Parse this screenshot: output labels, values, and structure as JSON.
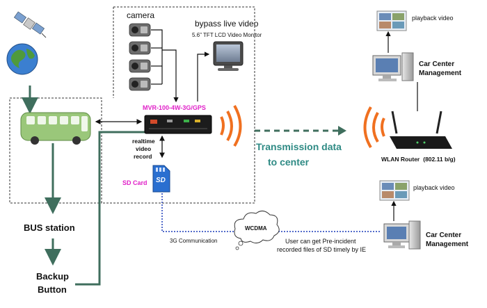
{
  "labels": {
    "camera": "camera",
    "bypass_title": "bypass live video",
    "monitor_sub": "5.6\" TFT LCD Video Monitor",
    "dvr_model": "MVR-100-4W-3G/GPS",
    "realtime_1": "realtime",
    "realtime_2": "video",
    "realtime_3": "record",
    "sd_card": "SD Card",
    "sd_logo": "SD",
    "transmission_1": "Transmission data",
    "transmission_2": "to center",
    "wlan_router": "WLAN Router",
    "wlan_spec": "(802.11 b/g)",
    "car_center_1": "Car Center",
    "car_center_2": "Management",
    "playback_video": "playback video",
    "wcdma": "WCDMA",
    "comm_3g": "3G Communication",
    "user_note_1": "User can get Pre-incident",
    "user_note_2": "recorded files of SD timely by IE",
    "bus_station": "BUS station",
    "backup_1": "Backup",
    "backup_2": "Button"
  },
  "colors": {
    "green_arrow": "#3f6e5d",
    "teal_text": "#2e8a84",
    "magenta": "#e020c8",
    "orange": "#f07020",
    "blue_dotted": "#1a3ab8",
    "bus_green": "#8fbf6a"
  },
  "icons": [
    "satellite-icon",
    "globe-icon",
    "bus-icon",
    "camera-icon",
    "monitor-icon",
    "dvr-icon",
    "sd-card-icon",
    "router-icon",
    "computer-icon",
    "cloud-icon"
  ]
}
